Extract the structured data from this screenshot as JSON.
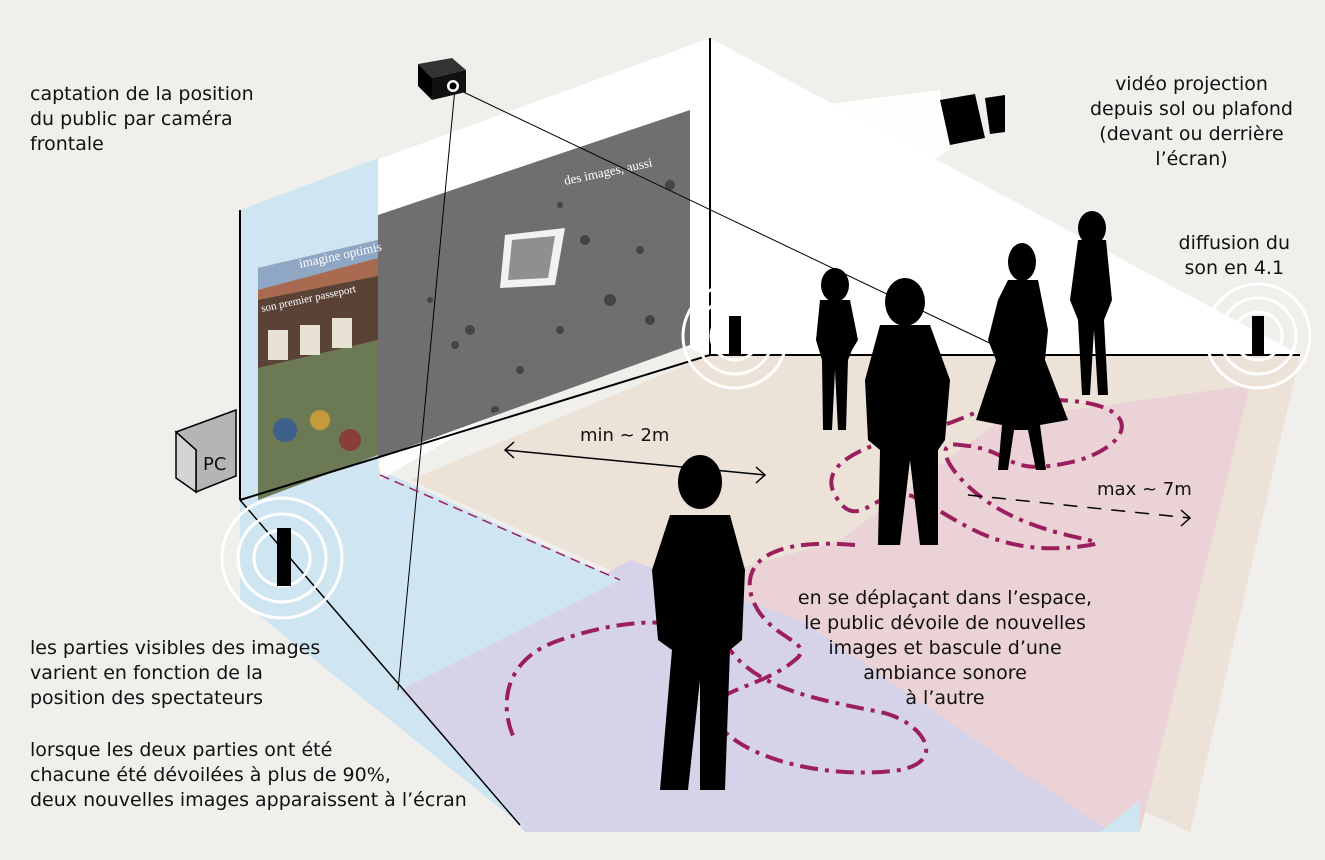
{
  "labels": {
    "camera": "captation de la position\ndu public par caméra\nfrontale",
    "projection": "vidéo projection\ndepuis sol ou plafond\n(devant ou derrière\nl’écran)",
    "sound": "diffusion du\nson en 4.1",
    "visible_parts": "les parties visibles des images\nvarient en fonction de la\nposition des spectateurs",
    "reveal": "lorsque les deux parties ont été\nchacune été dévoilées à plus de 90%,\ndeux nouvelles images apparaissent à l’écran",
    "moving": "en se déplaçant dans l’espace,\nle public dévoile de nouvelles\nimages et bascule d’une\nambiance sonore\nà l’autre",
    "pc": "PC",
    "min_distance": "min ~ 2m",
    "max_distance": "max ~ 7m",
    "screen_text_left_1": "imagine optimis",
    "screen_text_left_2": "son premier passeport",
    "screen_text_right": "des images, aussi"
  },
  "colors": {
    "background": "#f0efec",
    "zone_blue": "#cfe6f2",
    "zone_pink": "#ead2d6",
    "zone_beige": "#ece2d8",
    "zone_lavender": "#d6d3e8",
    "path": "#9b1f5f",
    "silhouette": "#000000"
  },
  "icons": [
    "camera-icon",
    "projector-icon",
    "speaker-icon",
    "pc-icon",
    "person-silhouette"
  ]
}
